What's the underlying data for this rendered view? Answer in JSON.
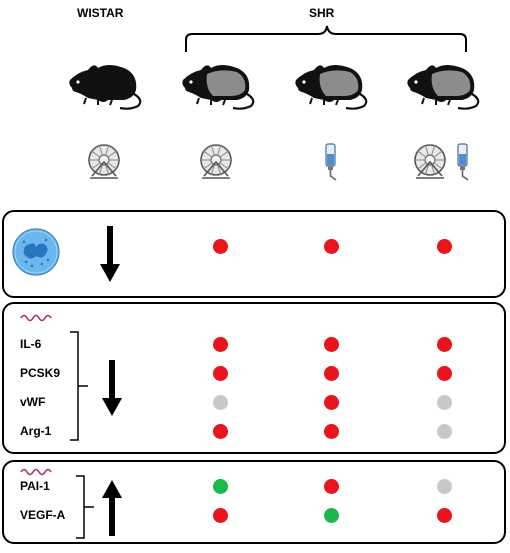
{
  "groups": {
    "control": "WISTAR",
    "treated": "SHR"
  },
  "colors": {
    "red": "#e8141e",
    "green": "#1db84a",
    "gray": "#c8c8c8",
    "rat_wistar": "#111111",
    "rat_shr": "#8c8c8c",
    "cell": "#6bb6ec",
    "wave": "#b03060"
  },
  "icons": {
    "rat": "rat-icon",
    "wheel": "running-wheel-icon",
    "bottle": "drinking-bottle-icon",
    "cell": "immune-cell-icon"
  },
  "panels": {
    "cells": {
      "arrow": "down",
      "rows": [
        {
          "label": "",
          "markers": [
            "red",
            "red",
            "red"
          ]
        }
      ]
    },
    "markers_down": {
      "arrow": "down",
      "rows": [
        {
          "label": "IL-6",
          "markers": [
            "red",
            "red",
            "red"
          ]
        },
        {
          "label": "PCSK9",
          "markers": [
            "red",
            "red",
            "red"
          ]
        },
        {
          "label": "vWF",
          "markers": [
            "gray",
            "red",
            "gray"
          ]
        },
        {
          "label": "Arg-1",
          "markers": [
            "red",
            "red",
            "gray"
          ]
        }
      ]
    },
    "markers_up": {
      "arrow": "up",
      "rows": [
        {
          "label": "PAI-1",
          "markers": [
            "green",
            "red",
            "gray"
          ]
        },
        {
          "label": "VEGF-A",
          "markers": [
            "red",
            "green",
            "red"
          ]
        }
      ]
    }
  }
}
